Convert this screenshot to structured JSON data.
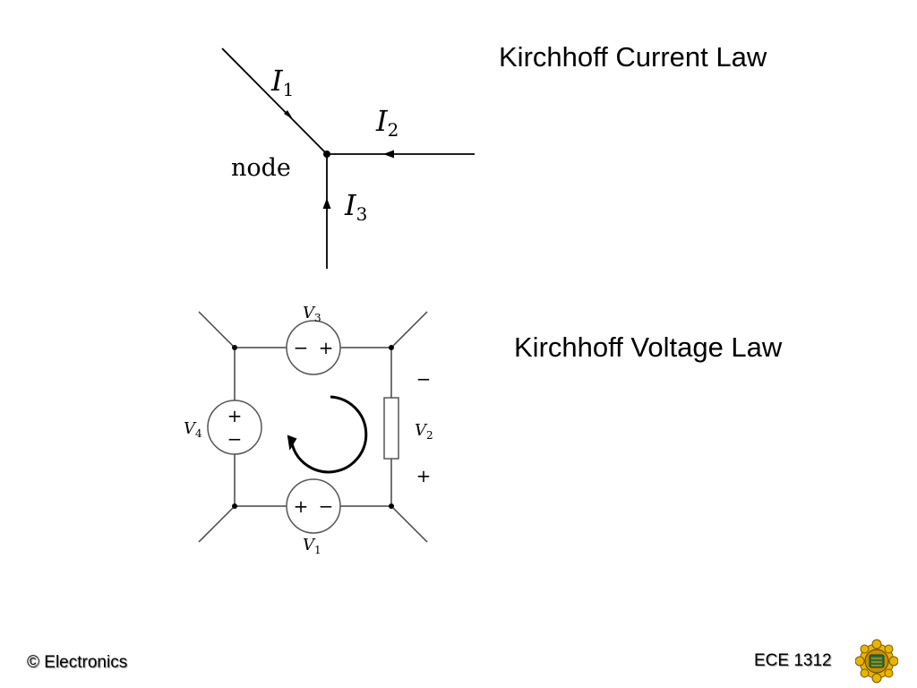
{
  "slide": {
    "kcl_title": "Kirchhoff Current Law",
    "kvl_title": "Kirchhoff Voltage Law",
    "footer_left": "© Electronics",
    "footer_right": "ECE 1312"
  },
  "kcl_diagram": {
    "node_label": "node",
    "currents": [
      {
        "symbol": "I",
        "subscript": "1"
      },
      {
        "symbol": "I",
        "subscript": "2"
      },
      {
        "symbol": "I",
        "subscript": "3"
      }
    ]
  },
  "kvl_diagram": {
    "sources": [
      {
        "symbol": "V",
        "subscript": "3",
        "signs": [
          "−",
          "+"
        ]
      },
      {
        "symbol": "V",
        "subscript": "4",
        "signs": [
          "+",
          "−"
        ]
      },
      {
        "symbol": "V",
        "subscript": "1",
        "signs": [
          "+",
          "−"
        ]
      }
    ],
    "element": {
      "symbol": "V",
      "subscript": "2",
      "signs": [
        "−",
        "+"
      ]
    },
    "loop_direction": "clockwise"
  },
  "colors": {
    "background": "#ffffff",
    "line": "#000000",
    "logo": "#e8b400"
  },
  "icons": {
    "logo": "university-crest-icon"
  }
}
